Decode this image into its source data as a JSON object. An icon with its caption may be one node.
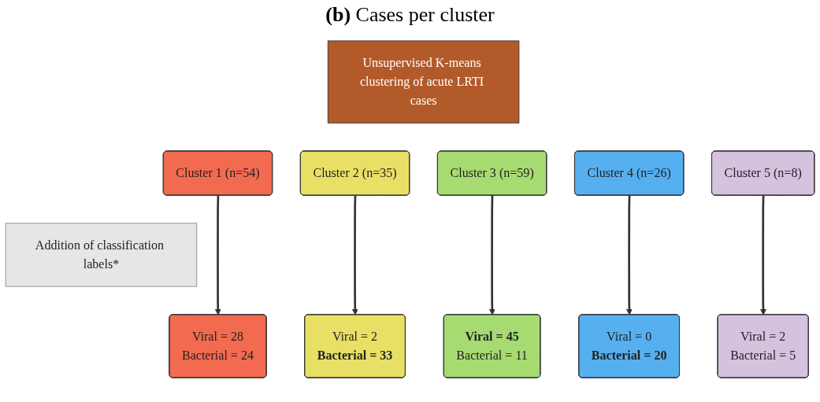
{
  "diagram": {
    "title": "**(b)** Cases per cluster",
    "nodes": [
      {
        "text": [
          "Unsupervised K-means clustering of acute LRTI cases"
        ]
      },
      {
        "text": [
          "Cluster 1 (n=54)"
        ]
      },
      {
        "text": [
          "Cluster 2 (n=35)"
        ]
      },
      {
        "text": [
          "Cluster 3 (n=59)"
        ]
      },
      {
        "text": [
          "Cluster 4 (n=26)"
        ]
      },
      {
        "text": [
          "Cluster 5 (n=8)"
        ]
      },
      {
        "text": [
          "Addition of classification labels*"
        ]
      },
      {
        "text": [
          "Viral = 28",
          "Bacterial = 24"
        ]
      },
      {
        "text": [
          "Viral = 2",
          "**Bacterial = 33**"
        ]
      },
      {
        "text": [
          "**Viral = 45**",
          "Bacterial = 11"
        ]
      },
      {
        "text": [
          "Viral = 0",
          "**Bacterial = 20**"
        ]
      },
      {
        "text": [
          "Viral = 2",
          "Bacterial = 5"
        ]
      }
    ],
    "edges": [
      {
        "from": 1,
        "to": 7,
        "arrow": "to"
      },
      {
        "from": 2,
        "to": 8,
        "arrow": "to"
      },
      {
        "from": 3,
        "to": 9,
        "arrow": "to"
      },
      {
        "from": 4,
        "to": 10,
        "arrow": "to"
      },
      {
        "from": 5,
        "to": 11,
        "arrow": "to"
      }
    ]
  }
}
